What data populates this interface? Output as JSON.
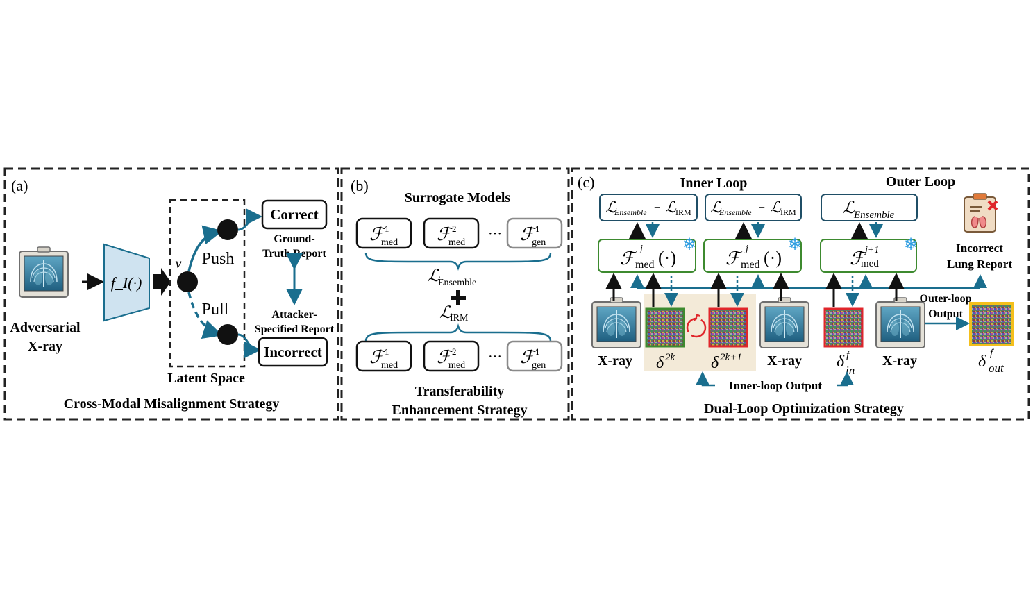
{
  "panel_a": {
    "letter": "(a)",
    "input_label_line1": "Adversarial",
    "input_label_line2": "X-ray",
    "encoder_label": "f_I(·)",
    "vector_label": "v",
    "push_label": "Push",
    "pull_label": "Pull",
    "latent_label": "Latent Space",
    "correct_label": "Correct",
    "gt_line1": "Ground-",
    "gt_line2": "Truth Report",
    "attacker_line1": "Attacker-",
    "attacker_line2": "Specified Report",
    "incorrect_label": "Incorrect",
    "caption": "Cross-Modal Misalignment Strategy"
  },
  "panel_b": {
    "letter": "(b)",
    "title": "Surrogate Models",
    "models_top": [
      {
        "sym": "F",
        "sup": "1",
        "sub": "med"
      },
      {
        "sym": "F",
        "sup": "2",
        "sub": "med"
      },
      {
        "sym": "F",
        "sup": "1",
        "sub": "gen"
      }
    ],
    "models_bottom": [
      {
        "sym": "F",
        "sup": "1",
        "sub": "med"
      },
      {
        "sym": "F",
        "sup": "2",
        "sub": "med"
      },
      {
        "sym": "F",
        "sup": "1",
        "sub": "gen"
      }
    ],
    "ellipsis": "···",
    "loss_ensemble_sub": "Ensemble",
    "loss_irm_sub": "IRM",
    "caption_line1": "Transferability",
    "caption_line2": "Enhancement Strategy"
  },
  "panel_c": {
    "letter": "(c)",
    "inner_loop": "Inner Loop",
    "outer_loop": "Outer Loop",
    "loss1_a": "Ensemble",
    "loss1_b": "IRM",
    "loss2_a": "Ensemble",
    "loss2_b": "IRM",
    "loss3": "Ensemble",
    "model1_sup": "j",
    "model2_sup": "j",
    "model3_sup": "j+1",
    "model_sub": "med",
    "incorrect_line1": "Incorrect",
    "incorrect_line2": "Lung Report",
    "xray_label": "X-ray",
    "delta_2k": "2k",
    "delta_2k1": "2k+1",
    "delta_in_sup": "f",
    "delta_in_sub": "in",
    "delta_out_sup": "f",
    "delta_out_sub": "out",
    "outer_output_line1": "Outer-loop",
    "outer_output_line2": "Output",
    "inner_output": "Inner-loop Output",
    "caption": "Dual-Loop Optimization Strategy"
  },
  "colors": {
    "teal": "#1a6e8e",
    "encoder_fill": "#cfe3f0",
    "green_border": "#3d8a2f",
    "red_border": "#e0262b",
    "yellow_border": "#f4bf1c",
    "inner_bg": "#f3ead8",
    "gray_border": "#8a8a8a",
    "snowflake": "#2a9be0"
  }
}
